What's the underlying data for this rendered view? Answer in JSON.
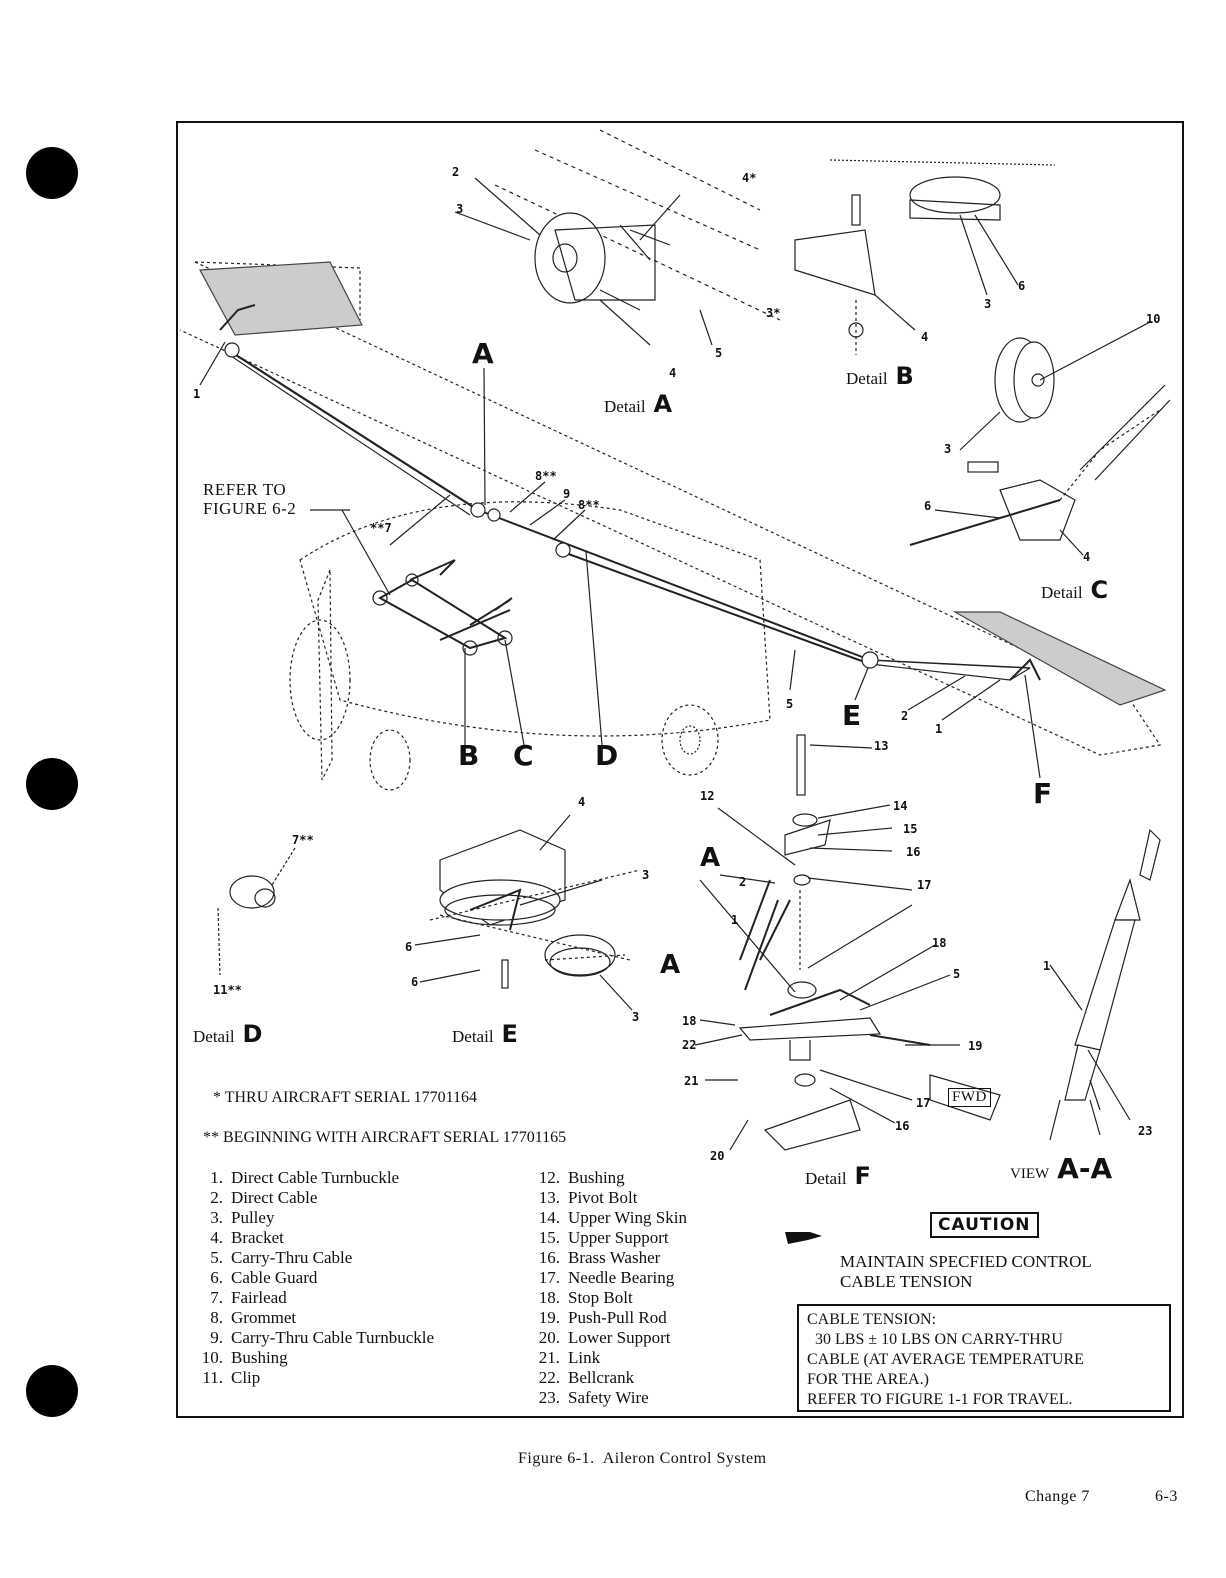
{
  "figure": {
    "caption": "Figure 6-1.  Aileron Control System",
    "footer_change": "Change 7",
    "footer_page": "6-3"
  },
  "callouts": {
    "refer_to": "REFER TO",
    "refer_fig": "FIGURE 6-2",
    "main_letters": [
      "A",
      "B",
      "C",
      "D",
      "E",
      "F"
    ],
    "detailA": [
      "2",
      "3",
      "4*",
      "3*",
      "4",
      "5"
    ],
    "detailB": [
      "3",
      "6",
      "4"
    ],
    "detailC": [
      "10",
      "3",
      "6",
      "4"
    ],
    "main_nums": [
      "1",
      "**7",
      "8**",
      "9",
      "8**",
      "5",
      "2",
      "1"
    ],
    "detailD": [
      "7**",
      "11**"
    ],
    "detailE": [
      "4",
      "3",
      "6",
      "6",
      "3"
    ],
    "detailF": [
      "13",
      "12",
      "14",
      "15",
      "16",
      "2",
      "1",
      "17",
      "18",
      "5",
      "18",
      "22",
      "19",
      "21",
      "17",
      "16",
      "20"
    ],
    "viewAA": [
      "1",
      "23"
    ],
    "view_letter_A": "A"
  },
  "details": {
    "A": {
      "label": "Detail",
      "letter": "A"
    },
    "B": {
      "label": "Detail",
      "letter": "B"
    },
    "C": {
      "label": "Detail",
      "letter": "C"
    },
    "D": {
      "label": "Detail",
      "letter": "D"
    },
    "E": {
      "label": "Detail",
      "letter": "E"
    },
    "F": {
      "label": "Detail",
      "letter": "F"
    },
    "view": {
      "label": "VIEW",
      "letter": "A-A"
    },
    "fwd": "FWD"
  },
  "notes": {
    "single_star": "* THRU AIRCRAFT SERIAL 17701164",
    "double_star": "** BEGINNING WITH AIRCRAFT SERIAL 17701165"
  },
  "legend": {
    "left": [
      {
        "num": "1.",
        "name": "Direct Cable Turnbuckle"
      },
      {
        "num": "2.",
        "name": "Direct Cable"
      },
      {
        "num": "3.",
        "name": "Pulley"
      },
      {
        "num": "4.",
        "name": "Bracket"
      },
      {
        "num": "5.",
        "name": "Carry-Thru Cable"
      },
      {
        "num": "6.",
        "name": "Cable Guard"
      },
      {
        "num": "7.",
        "name": "Fairlead"
      },
      {
        "num": "8.",
        "name": "Grommet"
      },
      {
        "num": "9.",
        "name": "Carry-Thru Cable Turnbuckle"
      },
      {
        "num": "10.",
        "name": "Bushing"
      },
      {
        "num": "11.",
        "name": "Clip"
      }
    ],
    "right": [
      {
        "num": "12.",
        "name": "Bushing"
      },
      {
        "num": "13.",
        "name": "Pivot Bolt"
      },
      {
        "num": "14.",
        "name": "Upper Wing Skin"
      },
      {
        "num": "15.",
        "name": "Upper Support"
      },
      {
        "num": "16.",
        "name": "Brass Washer"
      },
      {
        "num": "17.",
        "name": "Needle Bearing"
      },
      {
        "num": "18.",
        "name": "Stop Bolt"
      },
      {
        "num": "19.",
        "name": "Push-Pull Rod"
      },
      {
        "num": "20.",
        "name": "Lower Support"
      },
      {
        "num": "21.",
        "name": "Link"
      },
      {
        "num": "22.",
        "name": "Bellcrank"
      },
      {
        "num": "23.",
        "name": "Safety Wire"
      }
    ]
  },
  "caution": {
    "badge": "CAUTION",
    "line1": "MAINTAIN SPECFIED CONTROL",
    "line2": "CABLE TENSION"
  },
  "tension": {
    "lines": [
      "CABLE TENSION:",
      "  30 LBS ± 10 LBS ON CARRY-THRU",
      "CABLE (AT AVERAGE TEMPERATURE",
      "FOR THE AREA.)",
      "REFER TO FIGURE 1-1 FOR TRAVEL."
    ]
  }
}
